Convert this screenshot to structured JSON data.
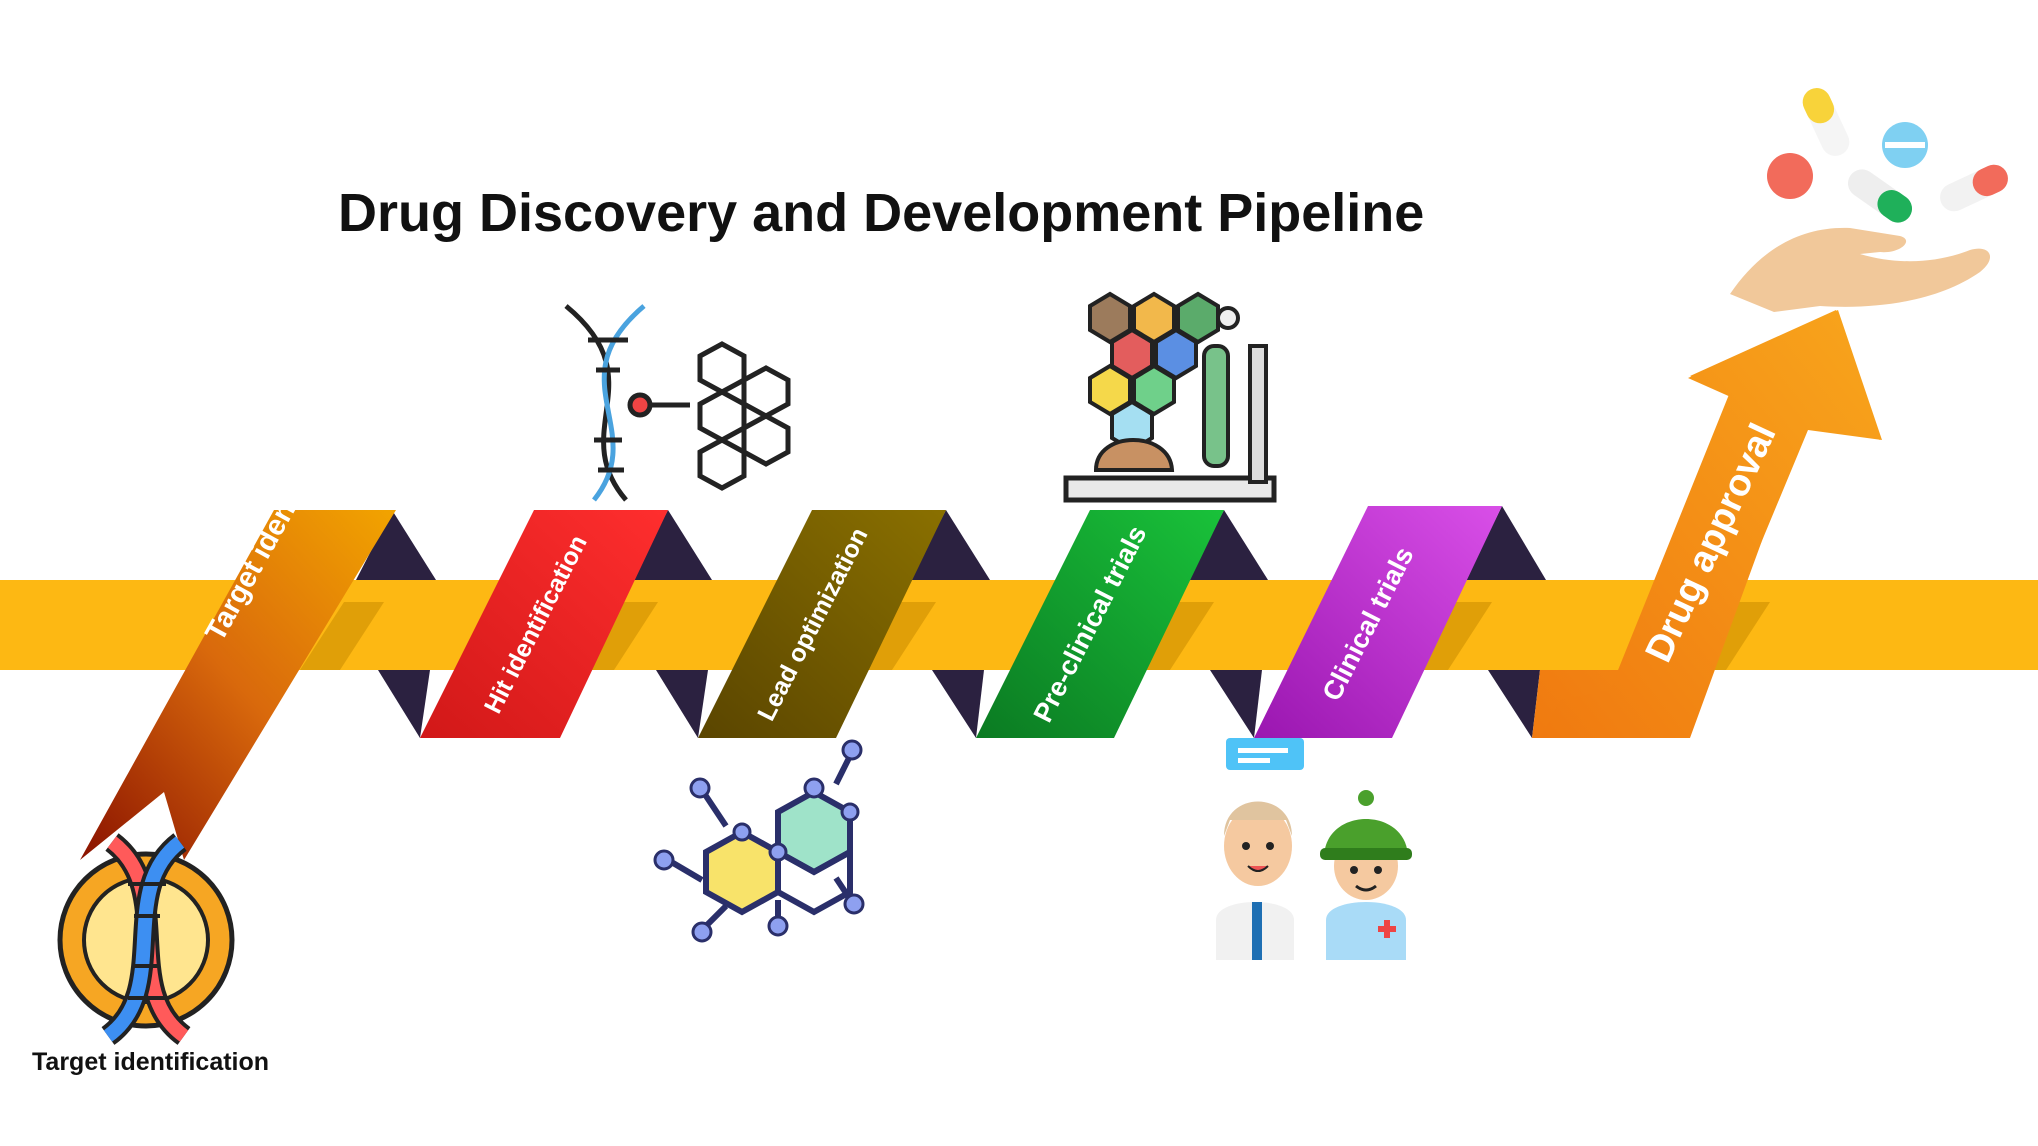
{
  "title": "Drug Discovery and Development Pipeline",
  "bottom_label": "Target identification",
  "stages": [
    {
      "label": "Target identification",
      "color": "#e07a00"
    },
    {
      "label": "Hit  identification",
      "color": "#ee1c24"
    },
    {
      "label": "Lead optimization",
      "color": "#6b5500"
    },
    {
      "label": "Pre-clinical trials",
      "color": "#0a9a2a"
    },
    {
      "label": "Clinical trials",
      "color": "#b41fc8"
    },
    {
      "label": "Drug approval",
      "color": "#f7941d"
    }
  ],
  "colors": {
    "band": "#fdb813",
    "shadow": "#2b2140",
    "arrow": "#f7941d"
  },
  "icons": [
    "dna-target-icon",
    "dna-molecule-icon",
    "molecule-icon",
    "lab-test-icon",
    "doctor-patient-icon",
    "pills-hand-icon"
  ]
}
